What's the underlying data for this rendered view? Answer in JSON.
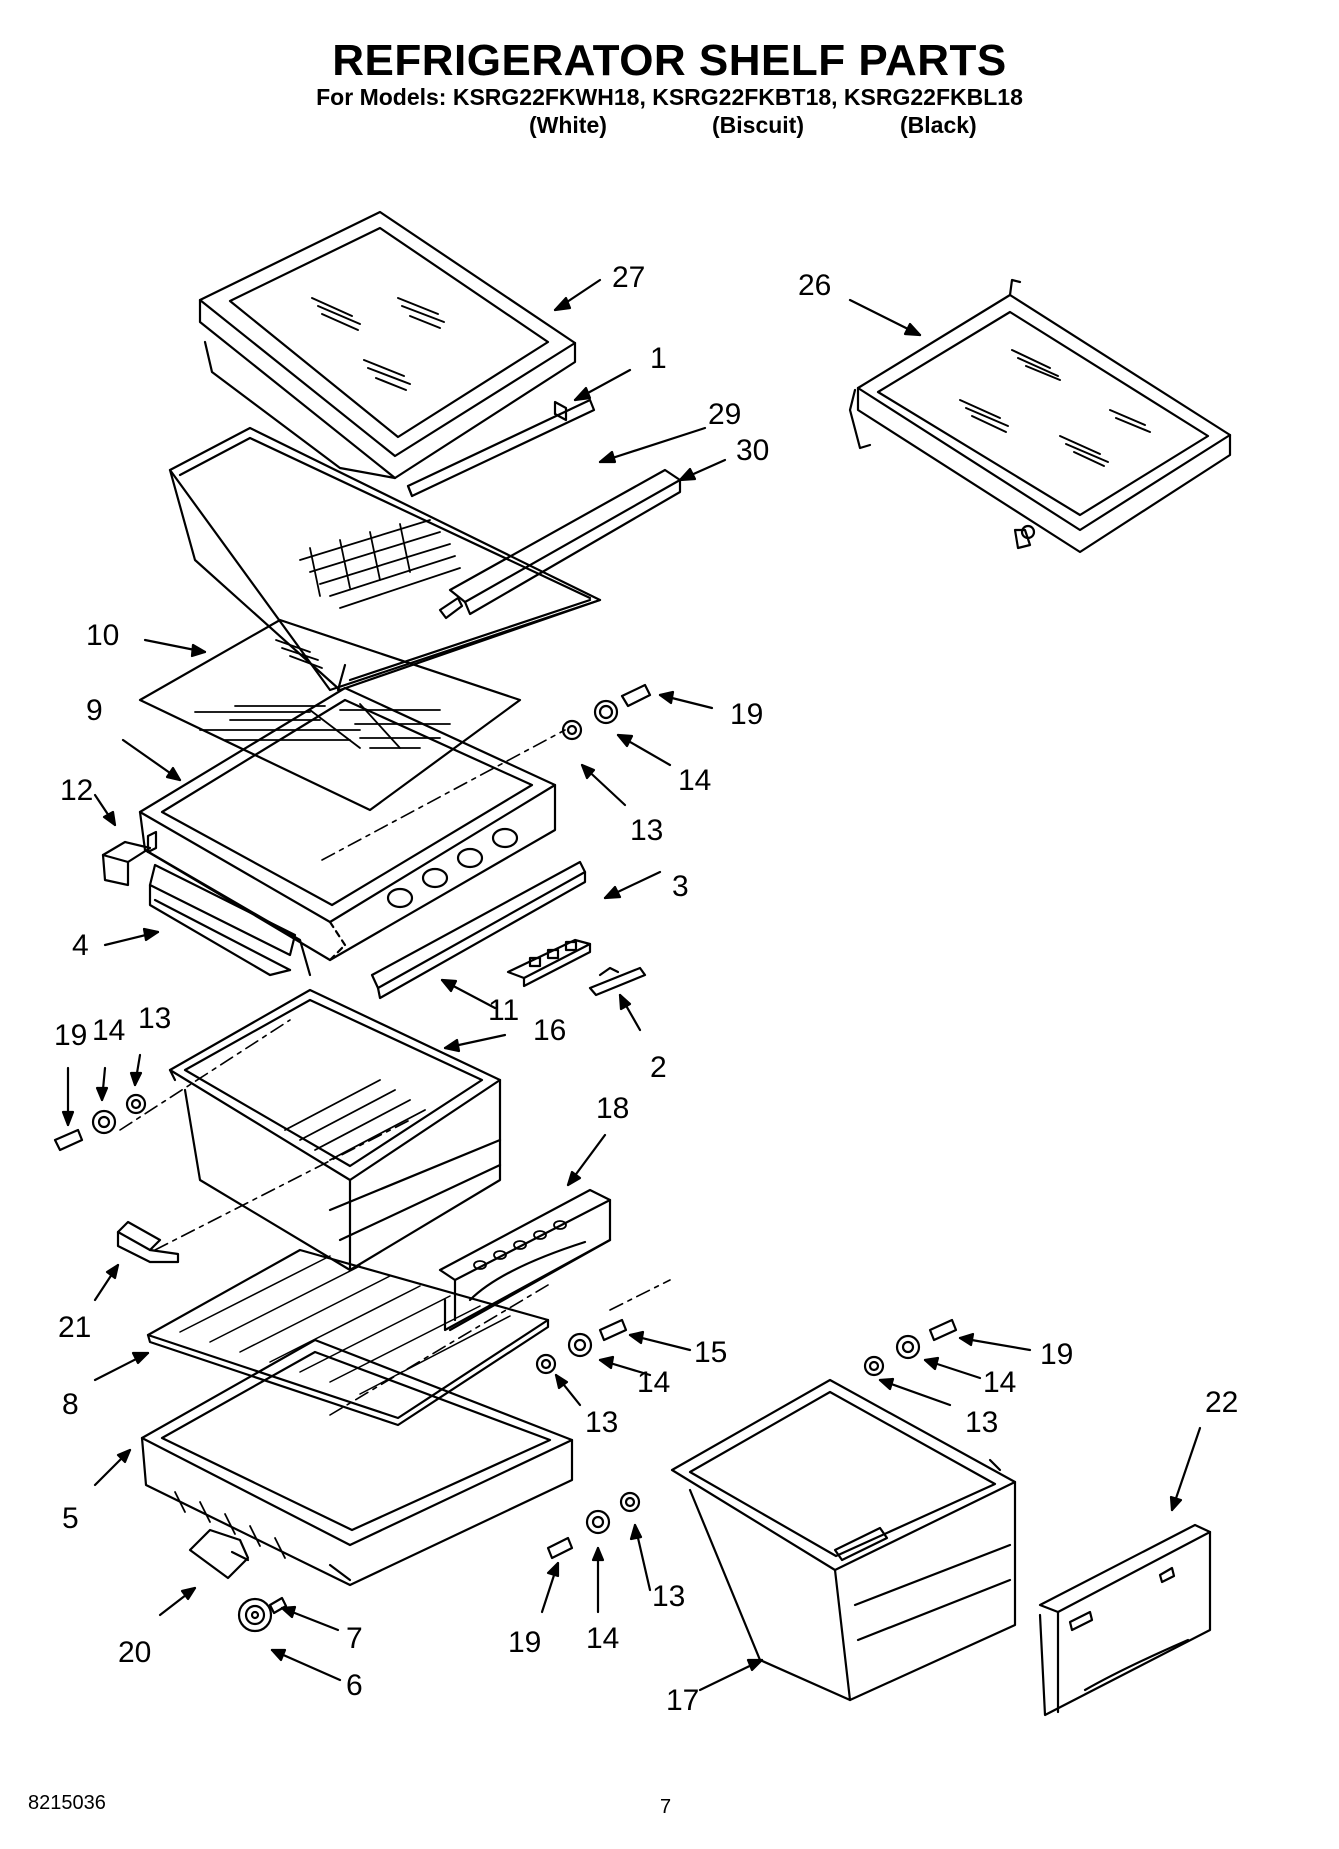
{
  "header": {
    "title": "REFRIGERATOR SHELF PARTS",
    "models_line": "For Models: KSRG22FKWH18, KSRG22FKBT18, KSRG22FKBL18",
    "variants": [
      "(White)",
      "(Biscuit)",
      "(Black)"
    ]
  },
  "footer": {
    "doc_number": "8215036",
    "page_number": "7"
  },
  "callouts": [
    "27",
    "26",
    "1",
    "29",
    "30",
    "10",
    "19",
    "9",
    "14",
    "12",
    "13",
    "3",
    "4",
    "11",
    "19",
    "14",
    "13",
    "16",
    "2",
    "18",
    "21",
    "15",
    "14",
    "19",
    "8",
    "13",
    "14",
    "22",
    "13",
    "5",
    "13",
    "19",
    "14",
    "20",
    "7",
    "6",
    "17"
  ],
  "colors": {
    "ink": "#000000",
    "paper": "#ffffff"
  }
}
